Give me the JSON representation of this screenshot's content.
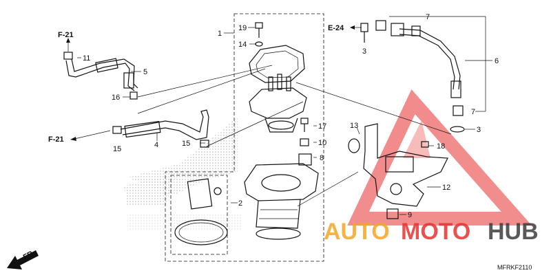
{
  "part_numbers": {
    "p1": "1",
    "p2": "2",
    "p3a": "3",
    "p3b": "3",
    "p4": "4",
    "p5": "5",
    "p6": "6",
    "p7a": "7",
    "p7b": "7",
    "p8": "8",
    "p9": "9",
    "p10": "10",
    "p11": "11",
    "p12": "12",
    "p13": "13",
    "p14": "14",
    "p15a": "15",
    "p15b": "15",
    "p16": "16",
    "p17": "17",
    "p18": "18",
    "p19": "19"
  },
  "references": {
    "f21_top": "F-21",
    "f21_left": "F-21",
    "e24": "E-24"
  },
  "front_marker": "FR.",
  "diagram_code": "MFRKF2110",
  "watermark": {
    "auto": "AUTO",
    "moto": "MOTO",
    "hub": "HUB"
  },
  "colors": {
    "watermark_orange": "#f5a623",
    "watermark_red": "#e8302f",
    "watermark_dark": "#3c3c3c",
    "hatch": "#9a9a9a"
  }
}
